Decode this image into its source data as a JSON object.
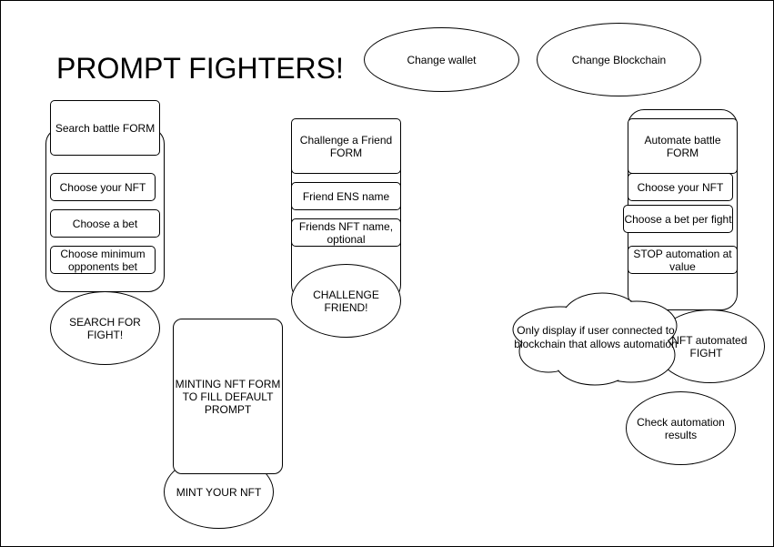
{
  "title": "PROMPT FIGHTERS!",
  "header": {
    "change_wallet": "Change wallet",
    "change_blockchain": "Change Blockchain"
  },
  "search": {
    "form": "Search battle FORM",
    "choose_nft": "Choose your NFT",
    "choose_bet": "Choose a bet",
    "min_bet": "Choose minimum opponents bet",
    "action": "SEARCH FOR FIGHT!"
  },
  "challenge": {
    "form": "Challenge a Friend FORM",
    "ens": "Friend ENS name",
    "friend_nft": "Friends NFT name, optional",
    "action": "CHALLENGE FRIEND!"
  },
  "mint": {
    "form": "MINTING NFT FORM TO FILL DEFAULT PROMPT",
    "action": "MINT YOUR NFT"
  },
  "automate": {
    "form": "Automate battle FORM",
    "choose_nft": "Choose your NFT",
    "bet_per_fight": "Choose a bet per fight",
    "stop": "STOP automation at value",
    "action": "t NFT automated FIGHT",
    "check": "Check automation results"
  },
  "note": "Only display if user connected to blockchain that allows automation"
}
